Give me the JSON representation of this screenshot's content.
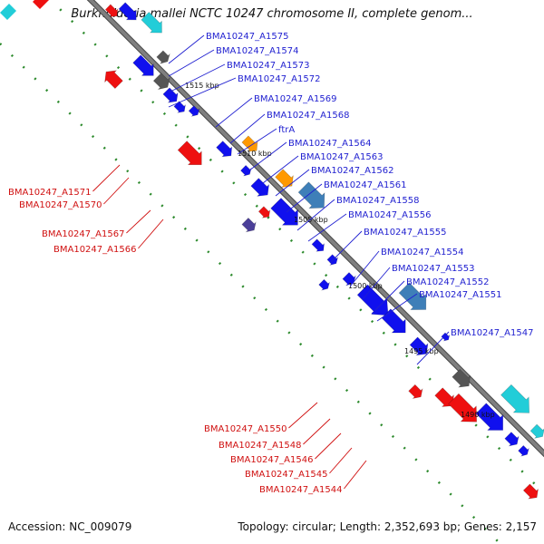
{
  "header": {
    "title": "Burkholderia mallei NCTC 10247 chromosome II, complete genom..."
  },
  "footer": {
    "accession": "Accession: NC_009079",
    "topology": "Topology: circular; Length: 2,352,693 bp; Genes: 2,157"
  },
  "colors": {
    "backbone": "#7f7f7f",
    "dots": "#2e8b2e",
    "plus_label": "#1f1fd0",
    "minus_label": "#d01010",
    "blue": "#1010ee",
    "red": "#ee1010",
    "gray": "#555555",
    "orange": "#ff9900",
    "steel": "#3e7fb8",
    "cyan": "#22cdd8",
    "purple": "#4b3f99"
  },
  "kbp_labels": [
    "1515 kbp",
    "1510 kbp",
    "1505 kbp",
    "1500 kbp",
    "1495 kbp",
    "1490 kbp"
  ],
  "gene_labels": {
    "plus": [
      "BMA10247_A1575",
      "BMA10247_A1574",
      "BMA10247_A1573",
      "BMA10247_A1572",
      "BMA10247_A1569",
      "BMA10247_A1568",
      "ftrA",
      "BMA10247_A1564",
      "BMA10247_A1563",
      "BMA10247_A1562",
      "BMA10247_A1561",
      "BMA10247_A1558",
      "BMA10247_A1556",
      "BMA10247_A1555",
      "BMA10247_A1554",
      "BMA10247_A1553",
      "BMA10247_A1552",
      "BMA10247_A1551",
      "BMA10247_A1547"
    ],
    "minus": [
      "BMA10247_A1571",
      "BMA10247_A1570",
      "BMA10247_A1567",
      "BMA10247_A1566",
      "BMA10247_A1550",
      "BMA10247_A1548",
      "BMA10247_A1546",
      "BMA10247_A1545",
      "BMA10247_A1544"
    ]
  }
}
